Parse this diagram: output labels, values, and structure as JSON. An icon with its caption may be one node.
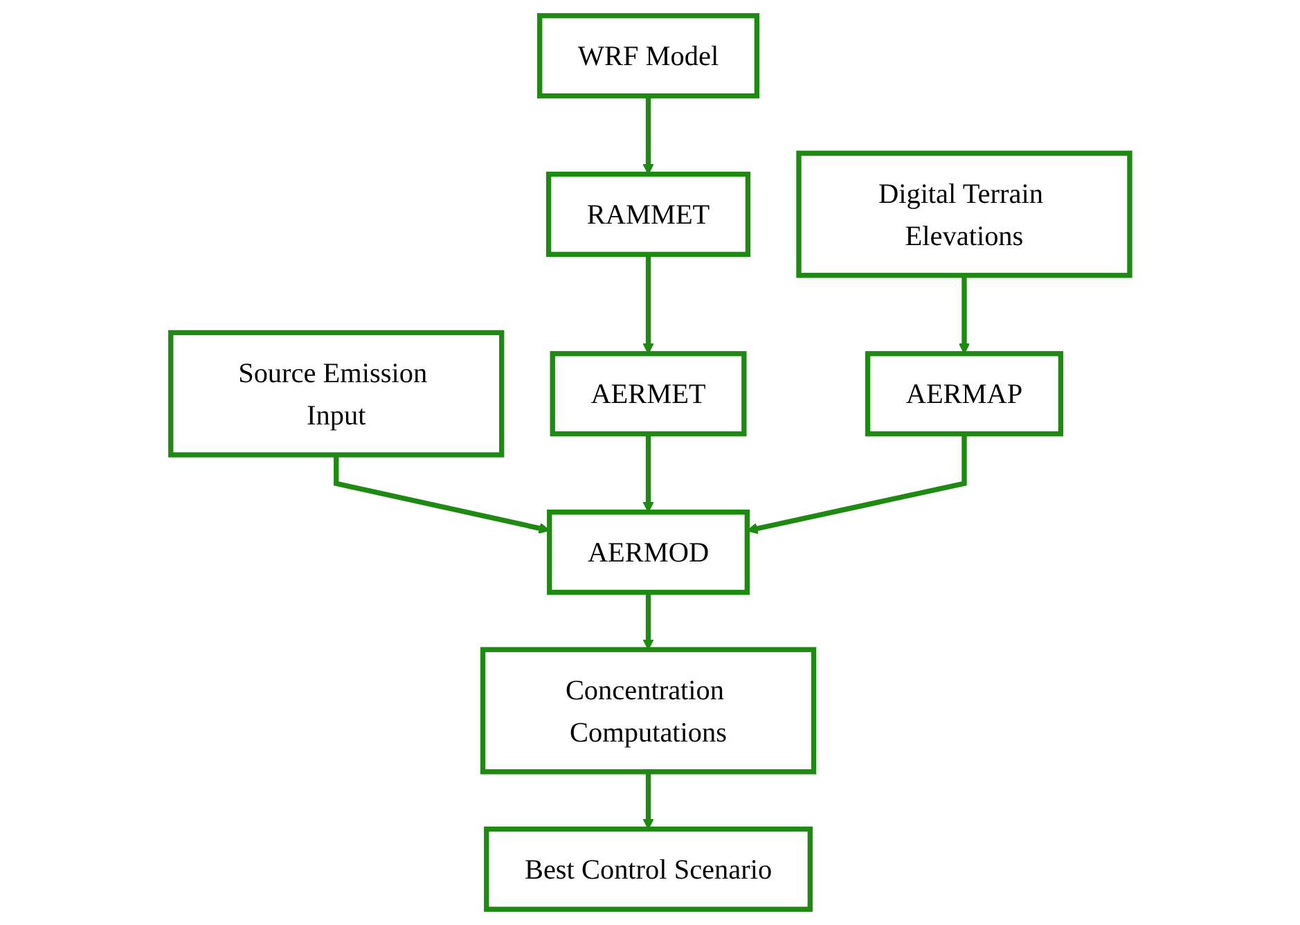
{
  "diagram": {
    "nodes": [
      {
        "text": [
          "WRF Model"
        ]
      },
      {
        "text": [
          "Source Emission Input"
        ]
      },
      {
        "text": [
          "Digital Terrain Elevations"
        ]
      },
      {
        "text": [
          "RAMMET"
        ]
      },
      {
        "text": [
          "AERMET"
        ]
      },
      {
        "text": [
          "AERMOD"
        ]
      },
      {
        "text": [
          "AERMAP"
        ]
      },
      {
        "text": [
          "Concentration Computations"
        ]
      },
      {
        "text": [
          "Best Control Scenario"
        ]
      }
    ],
    "edges": [
      {
        "from": 0,
        "to": 3,
        "arrow": "to"
      },
      {
        "from": 3,
        "to": 4,
        "arrow": "to"
      },
      {
        "from": 1,
        "to": 5,
        "arrow": "to"
      },
      {
        "from": 2,
        "to": 6,
        "arrow": "to"
      },
      {
        "from": 4,
        "to": 5,
        "arrow": "to"
      },
      {
        "from": 6,
        "to": 5,
        "arrow": "to"
      },
      {
        "from": 5,
        "to": 7,
        "arrow": "to"
      },
      {
        "from": 7,
        "to": 8,
        "arrow": "to"
      }
    ]
  }
}
